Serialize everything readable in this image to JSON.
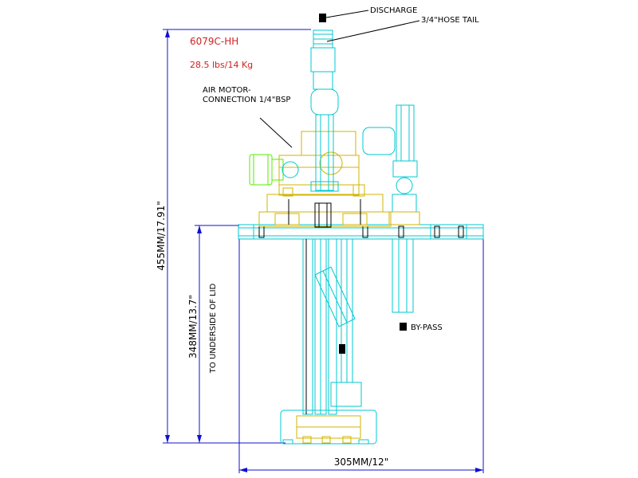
{
  "model": "6079C-HH",
  "weight": "28.5 lbs/14 Kg",
  "labels": {
    "discharge": "DISCHARGE",
    "hose_tail": "3/4\"HOSE TAIL",
    "air_motor_line1": "AIR MOTOR-",
    "air_motor_line2": "CONNECTION 1/4\"BSP",
    "bypass": "BY-PASS"
  },
  "dimensions": {
    "overall_height": "455MM/17.91\"",
    "to_lid": "348MM/13.7\"",
    "to_lid_note": "TO UNDERSIDE OF LID",
    "width": "305MM/12\""
  },
  "colors": {
    "pump_body": "#00c8d2",
    "fittings": "#d2b400",
    "air_connector": "#55ee00",
    "dimension_lines": "#1010d0",
    "title_text": "#d42020"
  }
}
